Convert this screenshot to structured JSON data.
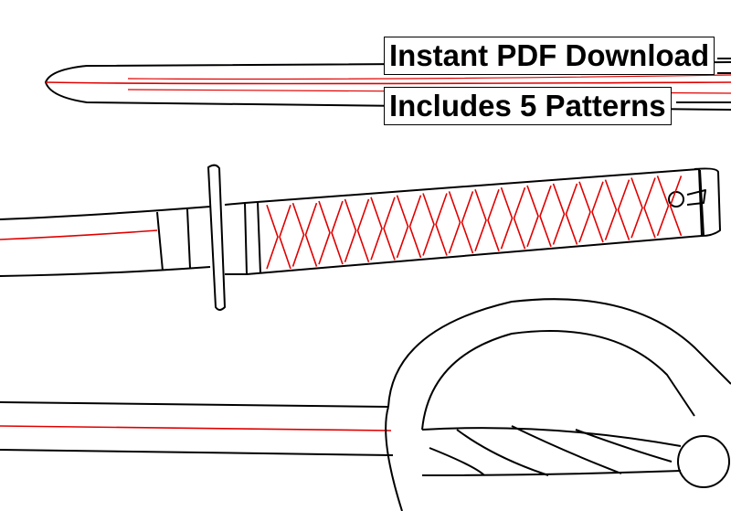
{
  "labels": {
    "instant_download": "Instant PDF Download",
    "patterns_count": "Includes 5 Patterns"
  },
  "colors": {
    "outline": "#000000",
    "accent_line": "#e00000",
    "background": "#ffffff"
  },
  "illustrations": [
    "straight-sword-pattern",
    "katana-pattern",
    "sabre-pattern"
  ]
}
